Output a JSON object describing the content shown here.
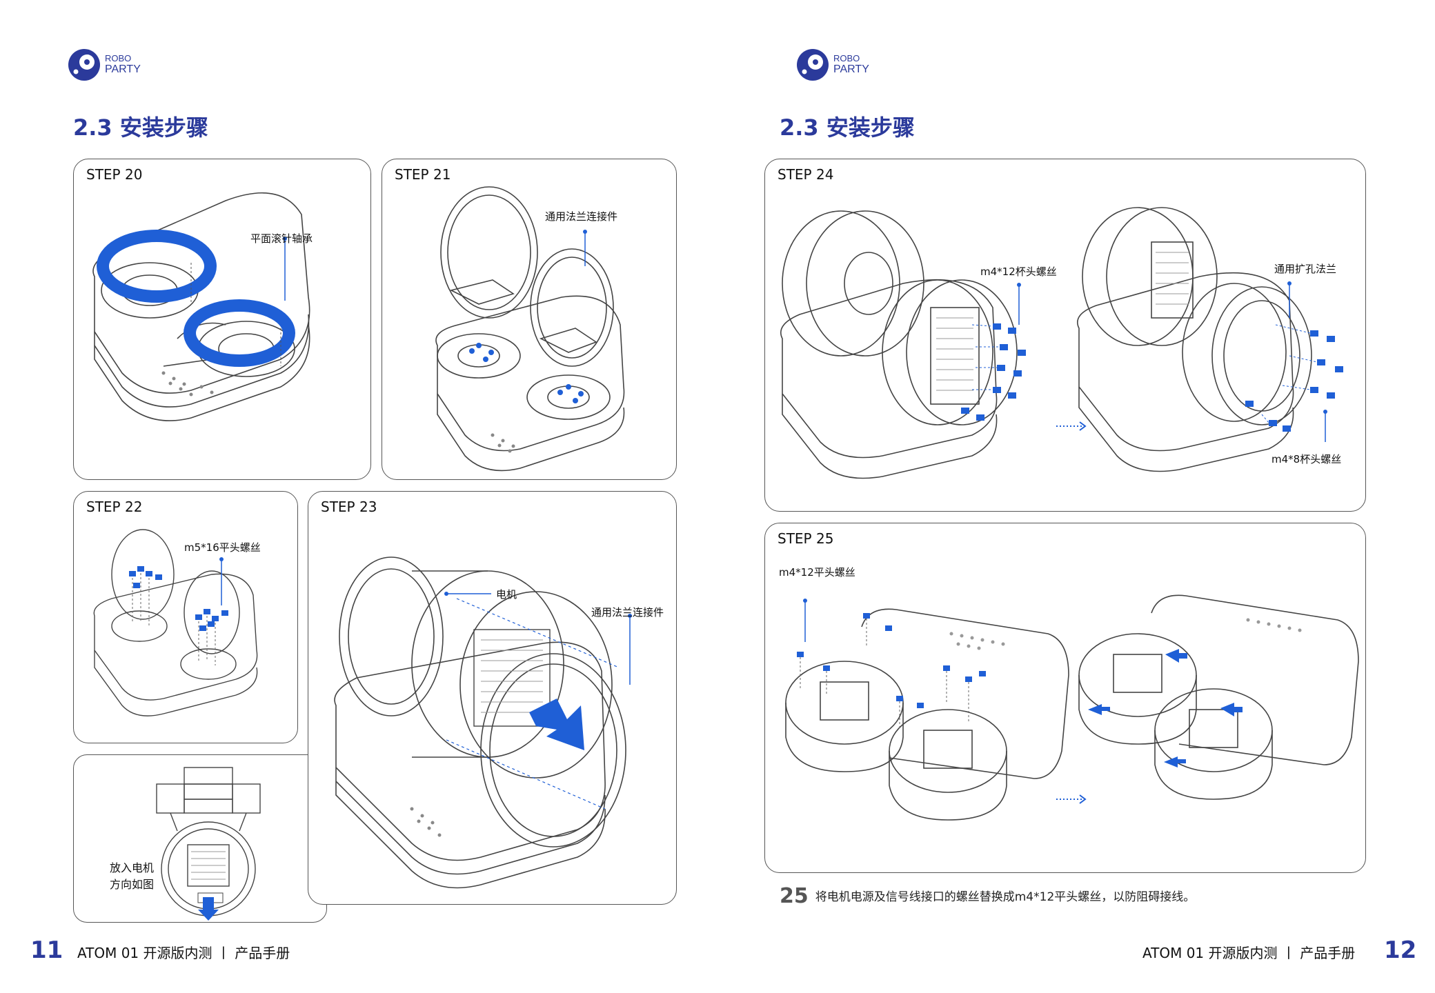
{
  "brand": {
    "line1": "ROBO",
    "line2": "PARTY"
  },
  "section_title": "2.3  安装步骤",
  "left_page": {
    "steps": {
      "s20": {
        "label": "STEP 20",
        "callouts": [
          "平面滚针轴承"
        ]
      },
      "s21": {
        "label": "STEP 21",
        "callouts": [
          "通用法兰连接件"
        ]
      },
      "s22": {
        "label": "STEP 22",
        "callouts": [
          "m5*16平头螺丝"
        ]
      },
      "s23": {
        "label": "STEP 23",
        "callouts": [
          "电机",
          "通用法兰连接件"
        ]
      },
      "motor_hint": {
        "lines": [
          "放入电机",
          "方向如图"
        ]
      }
    },
    "page_number": "11",
    "footer": "ATOM 01 开源版内测  丨  产品手册"
  },
  "right_page": {
    "steps": {
      "s24": {
        "label": "STEP 24",
        "callouts": [
          "m4*12杯头螺丝",
          "通用扩孔法兰",
          "m4*8杯头螺丝"
        ]
      },
      "s25": {
        "label": "STEP 25",
        "callouts": [
          "m4*12平头螺丝"
        ]
      }
    },
    "note": {
      "number": "25",
      "text": "将电机电源及信号线接口的螺丝替换成m4*12平头螺丝，以防阻碍接线。"
    },
    "page_number": "12",
    "footer": "ATOM 01 开源版内测  丨  产品手册"
  },
  "colors": {
    "brand": "#2b3a9b",
    "accent": "#1f5fd6",
    "outline": "#555555",
    "line": "#333333"
  },
  "icons": [
    "robo-party-logo-icon",
    "arrow-right-dotted-icon",
    "arrow-down-icon",
    "arrow-right-icon"
  ]
}
